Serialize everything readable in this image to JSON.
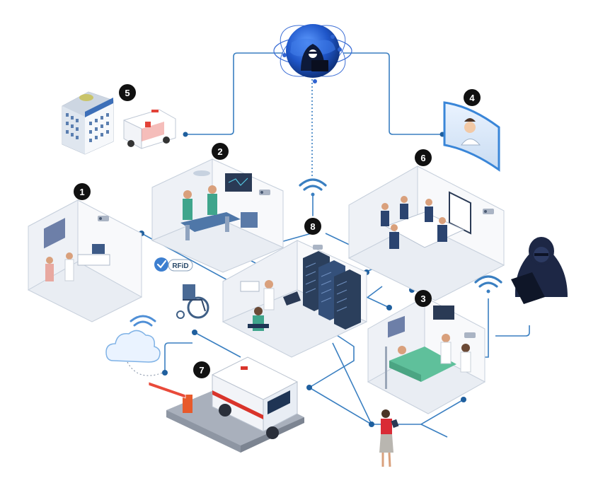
{
  "badges": [
    {
      "id": "1",
      "label": "1"
    },
    {
      "id": "2",
      "label": "2"
    },
    {
      "id": "3",
      "label": "3"
    },
    {
      "id": "4",
      "label": "4"
    },
    {
      "id": "5",
      "label": "5"
    },
    {
      "id": "6",
      "label": "6"
    },
    {
      "id": "7",
      "label": "7"
    },
    {
      "id": "8",
      "label": "8"
    }
  ],
  "rfid_label": "RFiD",
  "colors": {
    "network_line": "#3a7fc1",
    "node_dot": "#1f5f9e",
    "badge": "#111111",
    "room_floor": "#e9edf3",
    "room_wall": "#f4f6f9",
    "room_outline": "#c7d0dc",
    "server": "#2b3f5c",
    "globe": "#1f56c9",
    "hacker": "#1d2745",
    "ambulance_stripe": "#d9342b"
  },
  "icons": [
    "globe-hacker-icon",
    "hacker-icon",
    "wifi-icon",
    "cloud-icon",
    "rfid-check-icon",
    "wheelchair-icon",
    "camera-icon",
    "server-rack-icon",
    "ambulance-icon",
    "hospital-building-icon",
    "doctor-screen-icon",
    "parking-barrier-icon",
    "nurse-tablet-icon"
  ]
}
